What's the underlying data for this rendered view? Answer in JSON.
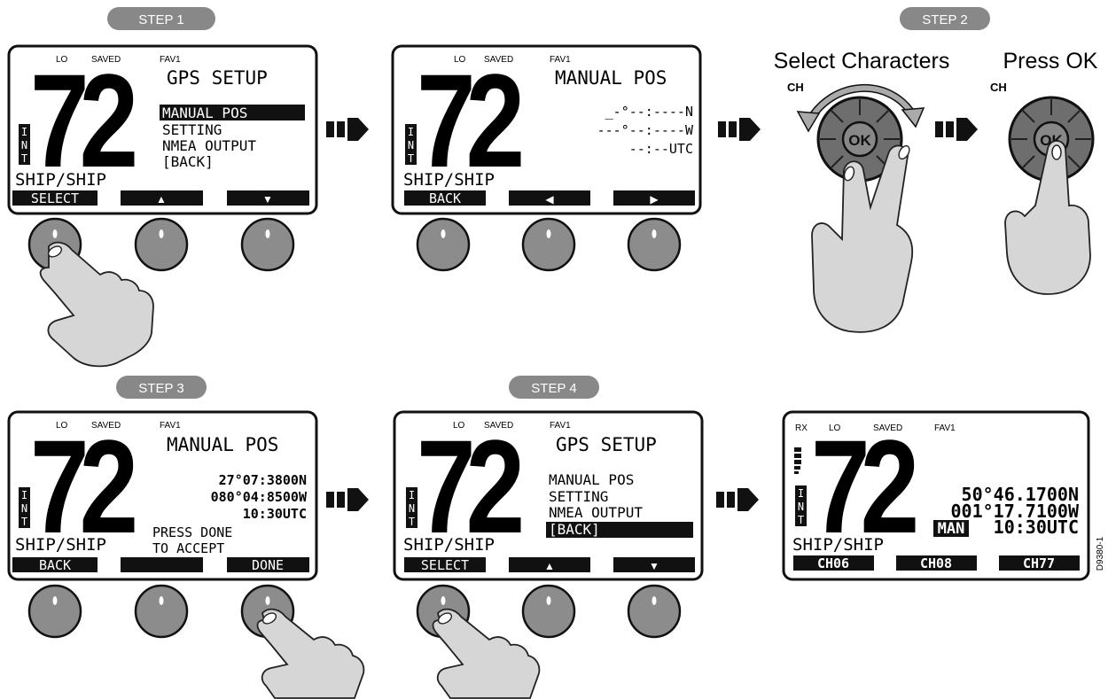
{
  "steps": [
    "STEP 1",
    "STEP 2",
    "STEP 3",
    "STEP 4"
  ],
  "header_labels": {
    "lo": "LO",
    "saved": "SAVED",
    "fav": "FAV1",
    "rx": "RX"
  },
  "channel_number": "72",
  "int_label": [
    "I",
    "N",
    "T"
  ],
  "ship_mode": "SHIP/SHIP",
  "screen1": {
    "title": "GPS SETUP",
    "menu": [
      "MANUAL POS",
      "SETTING",
      "NMEA OUTPUT",
      "[BACK]"
    ],
    "softkeys": [
      "SELECT",
      "▲",
      "▼"
    ]
  },
  "screen2": {
    "title": "MANUAL POS",
    "lines": [
      "_-°--:----N",
      "---°--:----W",
      "--:--UTC"
    ],
    "softkeys": [
      "BACK",
      "◀",
      "▶"
    ]
  },
  "step2": {
    "label_select": "Select Characters",
    "label_press": "Press OK",
    "ch": "CH",
    "ok": "OK"
  },
  "screen3": {
    "title": "MANUAL POS",
    "lines": [
      "27°07:3800N",
      "080°04:8500W",
      "10:30UTC",
      "PRESS DONE",
      "TO ACCEPT"
    ],
    "softkeys": [
      "BACK",
      "",
      "DONE"
    ]
  },
  "screen4": {
    "title": "GPS SETUP",
    "menu": [
      "MANUAL POS",
      "SETTING",
      "NMEA OUTPUT",
      "[BACK]"
    ],
    "softkeys": [
      "SELECT",
      "▲",
      "▼"
    ]
  },
  "screen5": {
    "lines": [
      "50°46.1700N",
      "001°17.7100W",
      "10:30UTC"
    ],
    "badge": "MAN",
    "softkeys": [
      "CH06",
      "CH08",
      "CH77"
    ]
  },
  "figure_id": "D9380-1",
  "colors": {
    "ink": "#111111",
    "tab": "#888888",
    "knob": "#8c8c8c",
    "knob_dark": "#6e6e6e",
    "hand": "#cfcfcf"
  }
}
